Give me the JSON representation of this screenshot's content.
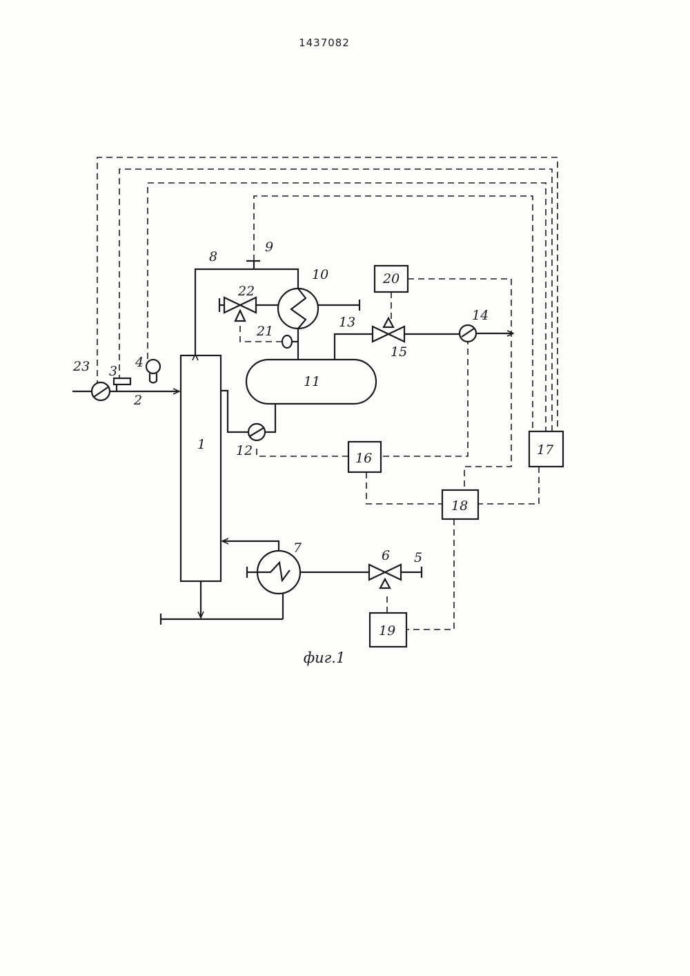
{
  "document": {
    "patent_number": "1437082",
    "figure_caption": "фиг.1"
  },
  "labels": {
    "l1": "1",
    "l2": "2",
    "l3": "3",
    "l4": "4",
    "l5": "5",
    "l6": "6",
    "l7": "7",
    "l8": "8",
    "l9": "9",
    "l10": "10",
    "l11": "11",
    "l12": "12",
    "l13": "13",
    "l14": "14",
    "l15": "15",
    "l16": "16",
    "l17": "17",
    "l18": "18",
    "l19": "19",
    "l20": "20",
    "l21": "21",
    "l22": "22",
    "l23": "23"
  }
}
